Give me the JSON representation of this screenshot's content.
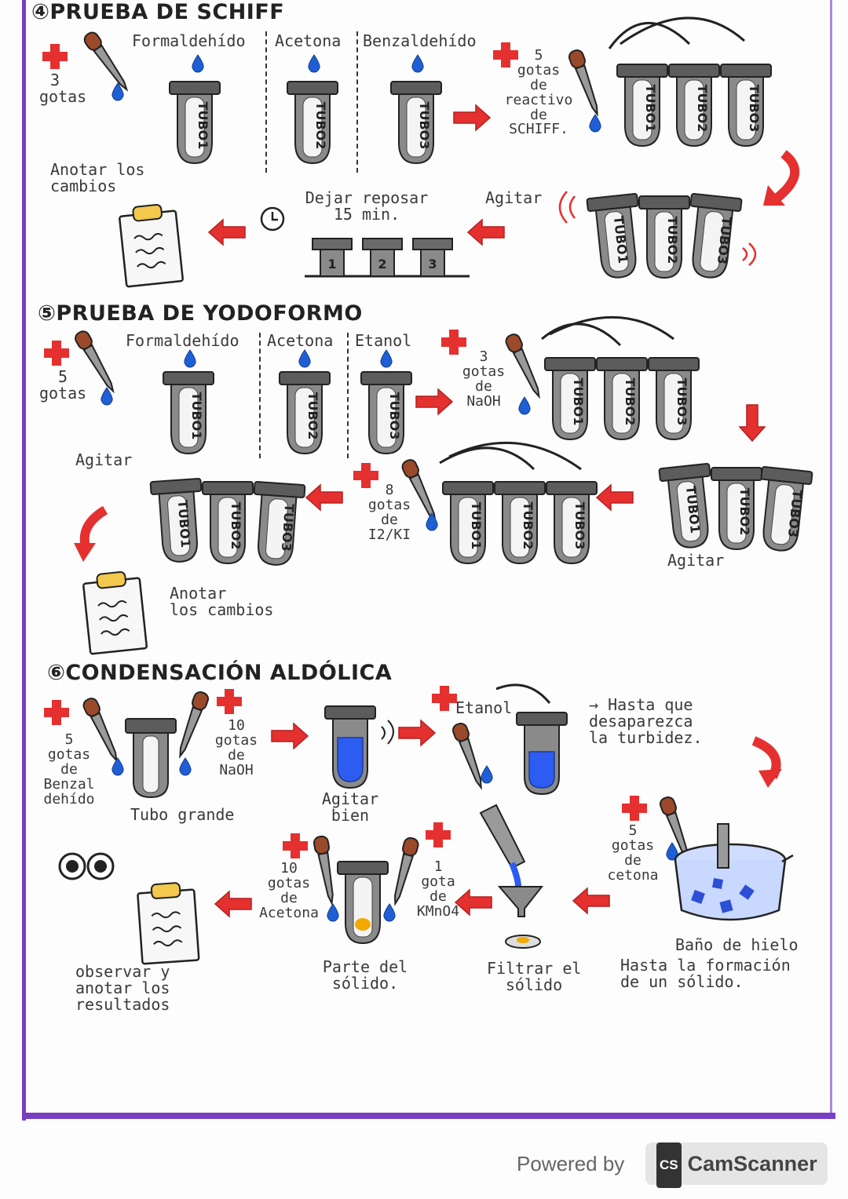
{
  "s4": {
    "title": "④PRUEBA DE SCHIFF",
    "plus_text": "3\ngotas",
    "col1": "Formaldehído",
    "col2": "Acetona",
    "col3": "Benzaldehído",
    "tube1": "TUBO1",
    "tube2": "TUBO2",
    "tube3": "TUBO3",
    "reagent": "5\ngotas\nde\nreactivo\nde\nSCHIFF.",
    "agitar": "Agitar",
    "reposar": "Dejar reposar\n15 min.",
    "rack1": "1",
    "rack2": "2",
    "rack3": "3",
    "anotar": "Anotar los\ncambios"
  },
  "s5": {
    "title": "⑤PRUEBA DE YODOFORMO",
    "plus_text": "5\ngotas",
    "col1": "Formaldehído",
    "col2": "Acetona",
    "col3": "Etanol",
    "tube1": "TUBO1",
    "tube2": "TUBO2",
    "tube3": "TUBO3",
    "naoh": "3\ngotas\nde\nNaOH",
    "agitar_right": "Agitar",
    "iodine": "8\ngotas\nde\nI2/KI",
    "agitar_left": "Agitar",
    "anotar": "Anotar\nlos cambios"
  },
  "s6": {
    "title": "⑥CONDENSACIÓN ALDÓLICA",
    "benz": "5\ngotas\nde\nBenzal\ndehído",
    "tubo_grande": "Tubo grande",
    "naoh": "10\ngotas\nde\nNaOH",
    "agitar_bien": "Agitar\nbien",
    "etanol": "Etanol",
    "hasta": "→ Hasta que\ndesaparezca\nla turbidez.",
    "cetona": "5\ngotas\nde\ncetona",
    "bano": "Baño de hielo",
    "hasta_solido": "Hasta la formación\nde un sólido.",
    "filtrar": "Filtrar el\nsólido",
    "kmno4": "1\ngota\nde\nKMnO4",
    "acetona": "10\ngotas\nde\nAcetona",
    "parte": "Parte del\nsólido.",
    "observar": "observar y\nanotar los\nresultados"
  },
  "footer": {
    "powered": "Powered by",
    "cs": "CS",
    "brand": "CamScanner"
  },
  "colors": {
    "frame": "#7a3fc0",
    "arrow": "#e53030",
    "tube": "#777777",
    "drop": "#1f5fd6",
    "dropper_bulb": "#9a4a2a",
    "clipboard": "#f2c94c"
  }
}
